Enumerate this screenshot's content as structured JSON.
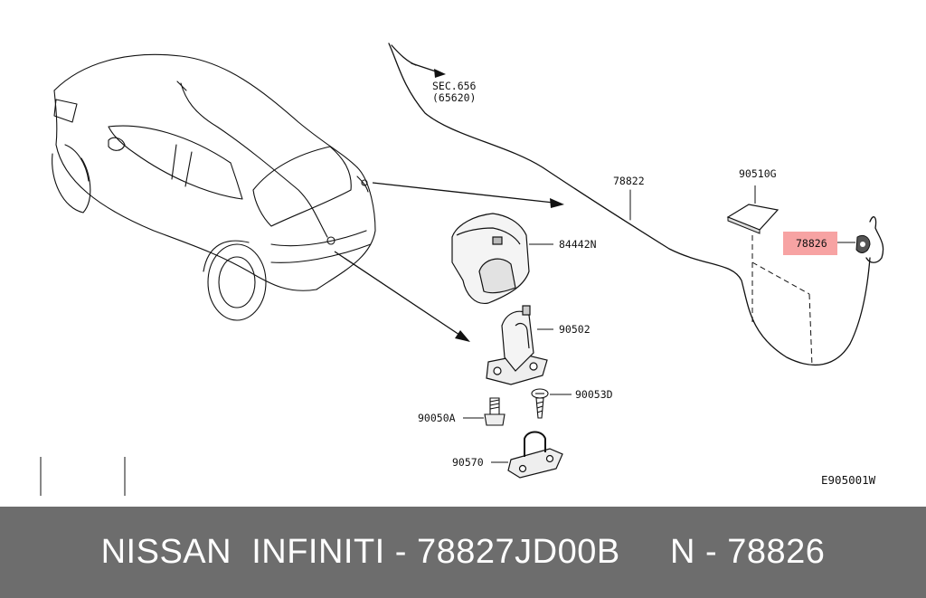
{
  "diagram": {
    "labels": {
      "sec": "SEC.656",
      "sec_sub": "(65620)",
      "cable": "78822",
      "pad": "90510G",
      "highlighted_part": "78826",
      "cover": "84442N",
      "latch": "90502",
      "bolt_a": "90050A",
      "screw_d": "90053D",
      "striker": "90570",
      "drawing_code": "E905001W"
    },
    "highlight_color": "#f7a3a3"
  },
  "footer": {
    "text": "NISSAN  INFINITI - 78827JD00B     N - 78826",
    "background": "#6d6d6d"
  }
}
